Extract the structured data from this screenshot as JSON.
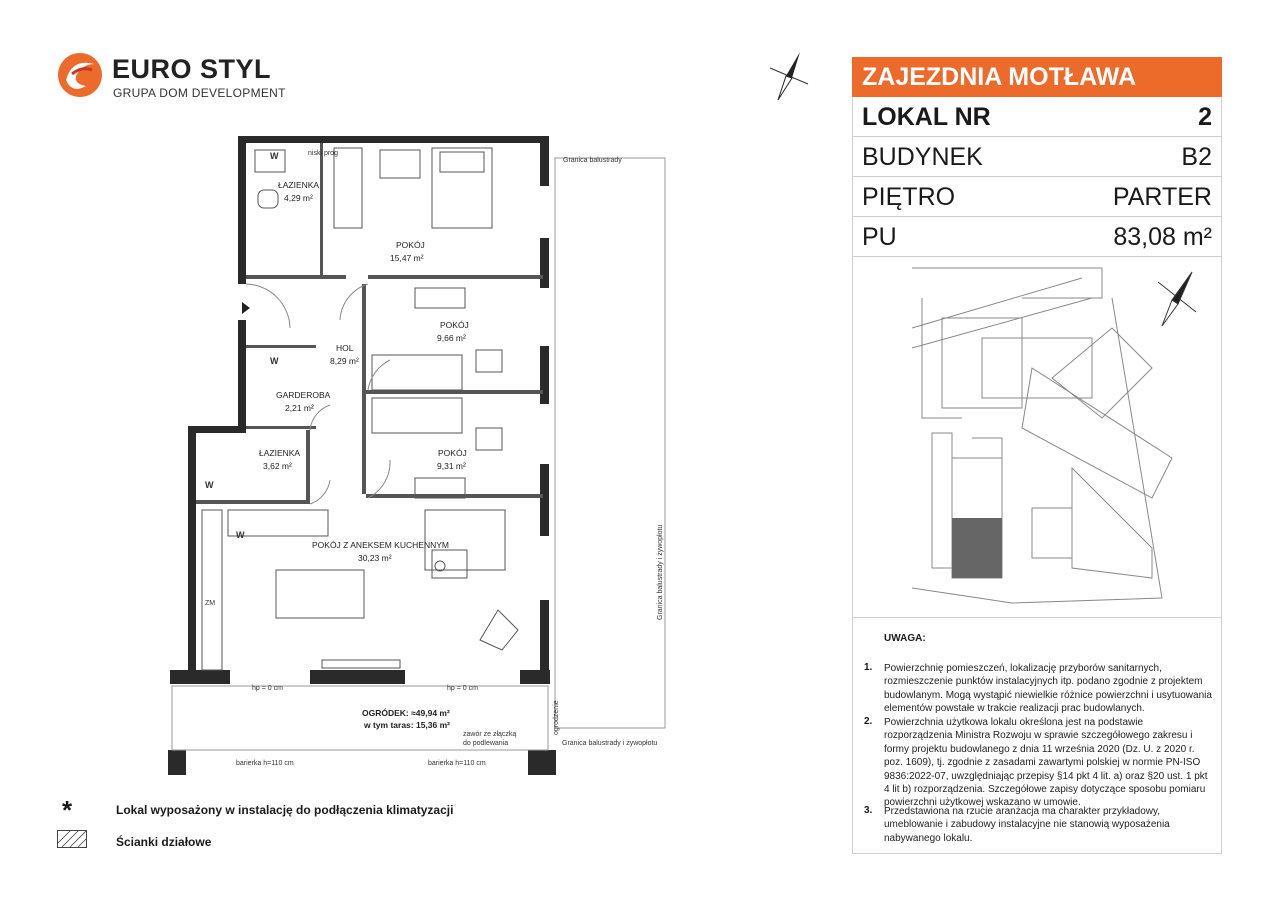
{
  "brand": {
    "name": "EURO STYL",
    "subtitle": "GRUPA DOM DEVELOPMENT",
    "accent": "#ec6a2a"
  },
  "info": {
    "project": "ZAJEZDNIA MOTŁAWA",
    "rows": [
      {
        "key": "LOKAL NR",
        "value": "2"
      },
      {
        "key": "BUDYNEK",
        "value": "B2"
      },
      {
        "key": "PIĘTRO",
        "value": "PARTER"
      },
      {
        "key": "PU",
        "value": "83,08 m²"
      }
    ]
  },
  "notes": {
    "title": "UWAGA:",
    "items": [
      {
        "num": "1.",
        "text": "Powierzchnię pomieszczeń, lokalizację przyborów sanitarnych, rozmieszczenie punktów instalacyjnych itp. podano zgodnie z projektem budowlanym. Mogą wystąpić niewielkie różnice powierzchni i usytuowania elementów powstałe w trakcie realizacji prac budowlanych."
      },
      {
        "num": "2.",
        "text": "Powierzchnia użytkowa lokalu określona jest na podstawie rozporządzenia Ministra Rozwoju w sprawie szczegółowego zakresu i formy projektu budowlanego z dnia 11 września 2020 (Dz. U. z 2020 r. poz. 1609), tj. zgodnie z zasadami zawartymi polskiej w normie PN-ISO 9836:2022-07, uwzględniając przepisy §14 pkt 4 lit. a) oraz §20 ust. 1 pkt 4 lit b) rozporządzenia. Szczegółowe zapisy dotyczące sposobu pomiaru powierzchni użytkowej wskazano w umowie."
      },
      {
        "num": "3.",
        "text": "Przedstawiona na rzucie aranżacja ma charakter przykładowy, umeblowanie i zabudowy instalacyjne nie stanowią wyposażenia nabywanego lokalu."
      }
    ]
  },
  "legend": {
    "star": "*",
    "aircon": "Lokal wyposażony w instalację do podłączenia klimatyzacji",
    "partitions": "Ścianki działowe"
  },
  "rooms": [
    {
      "name": "ŁAZIENKA",
      "area": "4,29 m²"
    },
    {
      "name": "POKÓJ",
      "area": "15,47 m²"
    },
    {
      "name": "POKÓJ",
      "area": "9,66 m²"
    },
    {
      "name": "HOL",
      "area": "8,29 m²"
    },
    {
      "name": "GARDEROBA",
      "area": "2,21 m²"
    },
    {
      "name": "ŁAZIENKA",
      "area": "3,62 m²"
    },
    {
      "name": "POKÓJ",
      "area": "9,31 m²"
    },
    {
      "name": "POKÓJ Z ANEKSEM KUCHENNYM",
      "area": "30,23 m²"
    }
  ],
  "garden": {
    "line1": "OGRÓDEK: ≈49,94 m²",
    "line2": "w tym taras: 15,36 m²"
  },
  "plan_text": {
    "railing_top": "Granica balustrady",
    "railing_side": "Granica balustrady i żywopłotu",
    "railing_bottom": "Granica balustrady i żywopłotu",
    "hp0": "hp = 0 cm",
    "barrier": "barierka h=110 cm",
    "valve": "zawór ze złączką do podlewania",
    "fence": "ogrodzenie",
    "washer": "W",
    "zm": "ZM",
    "niski": "niski prog"
  }
}
